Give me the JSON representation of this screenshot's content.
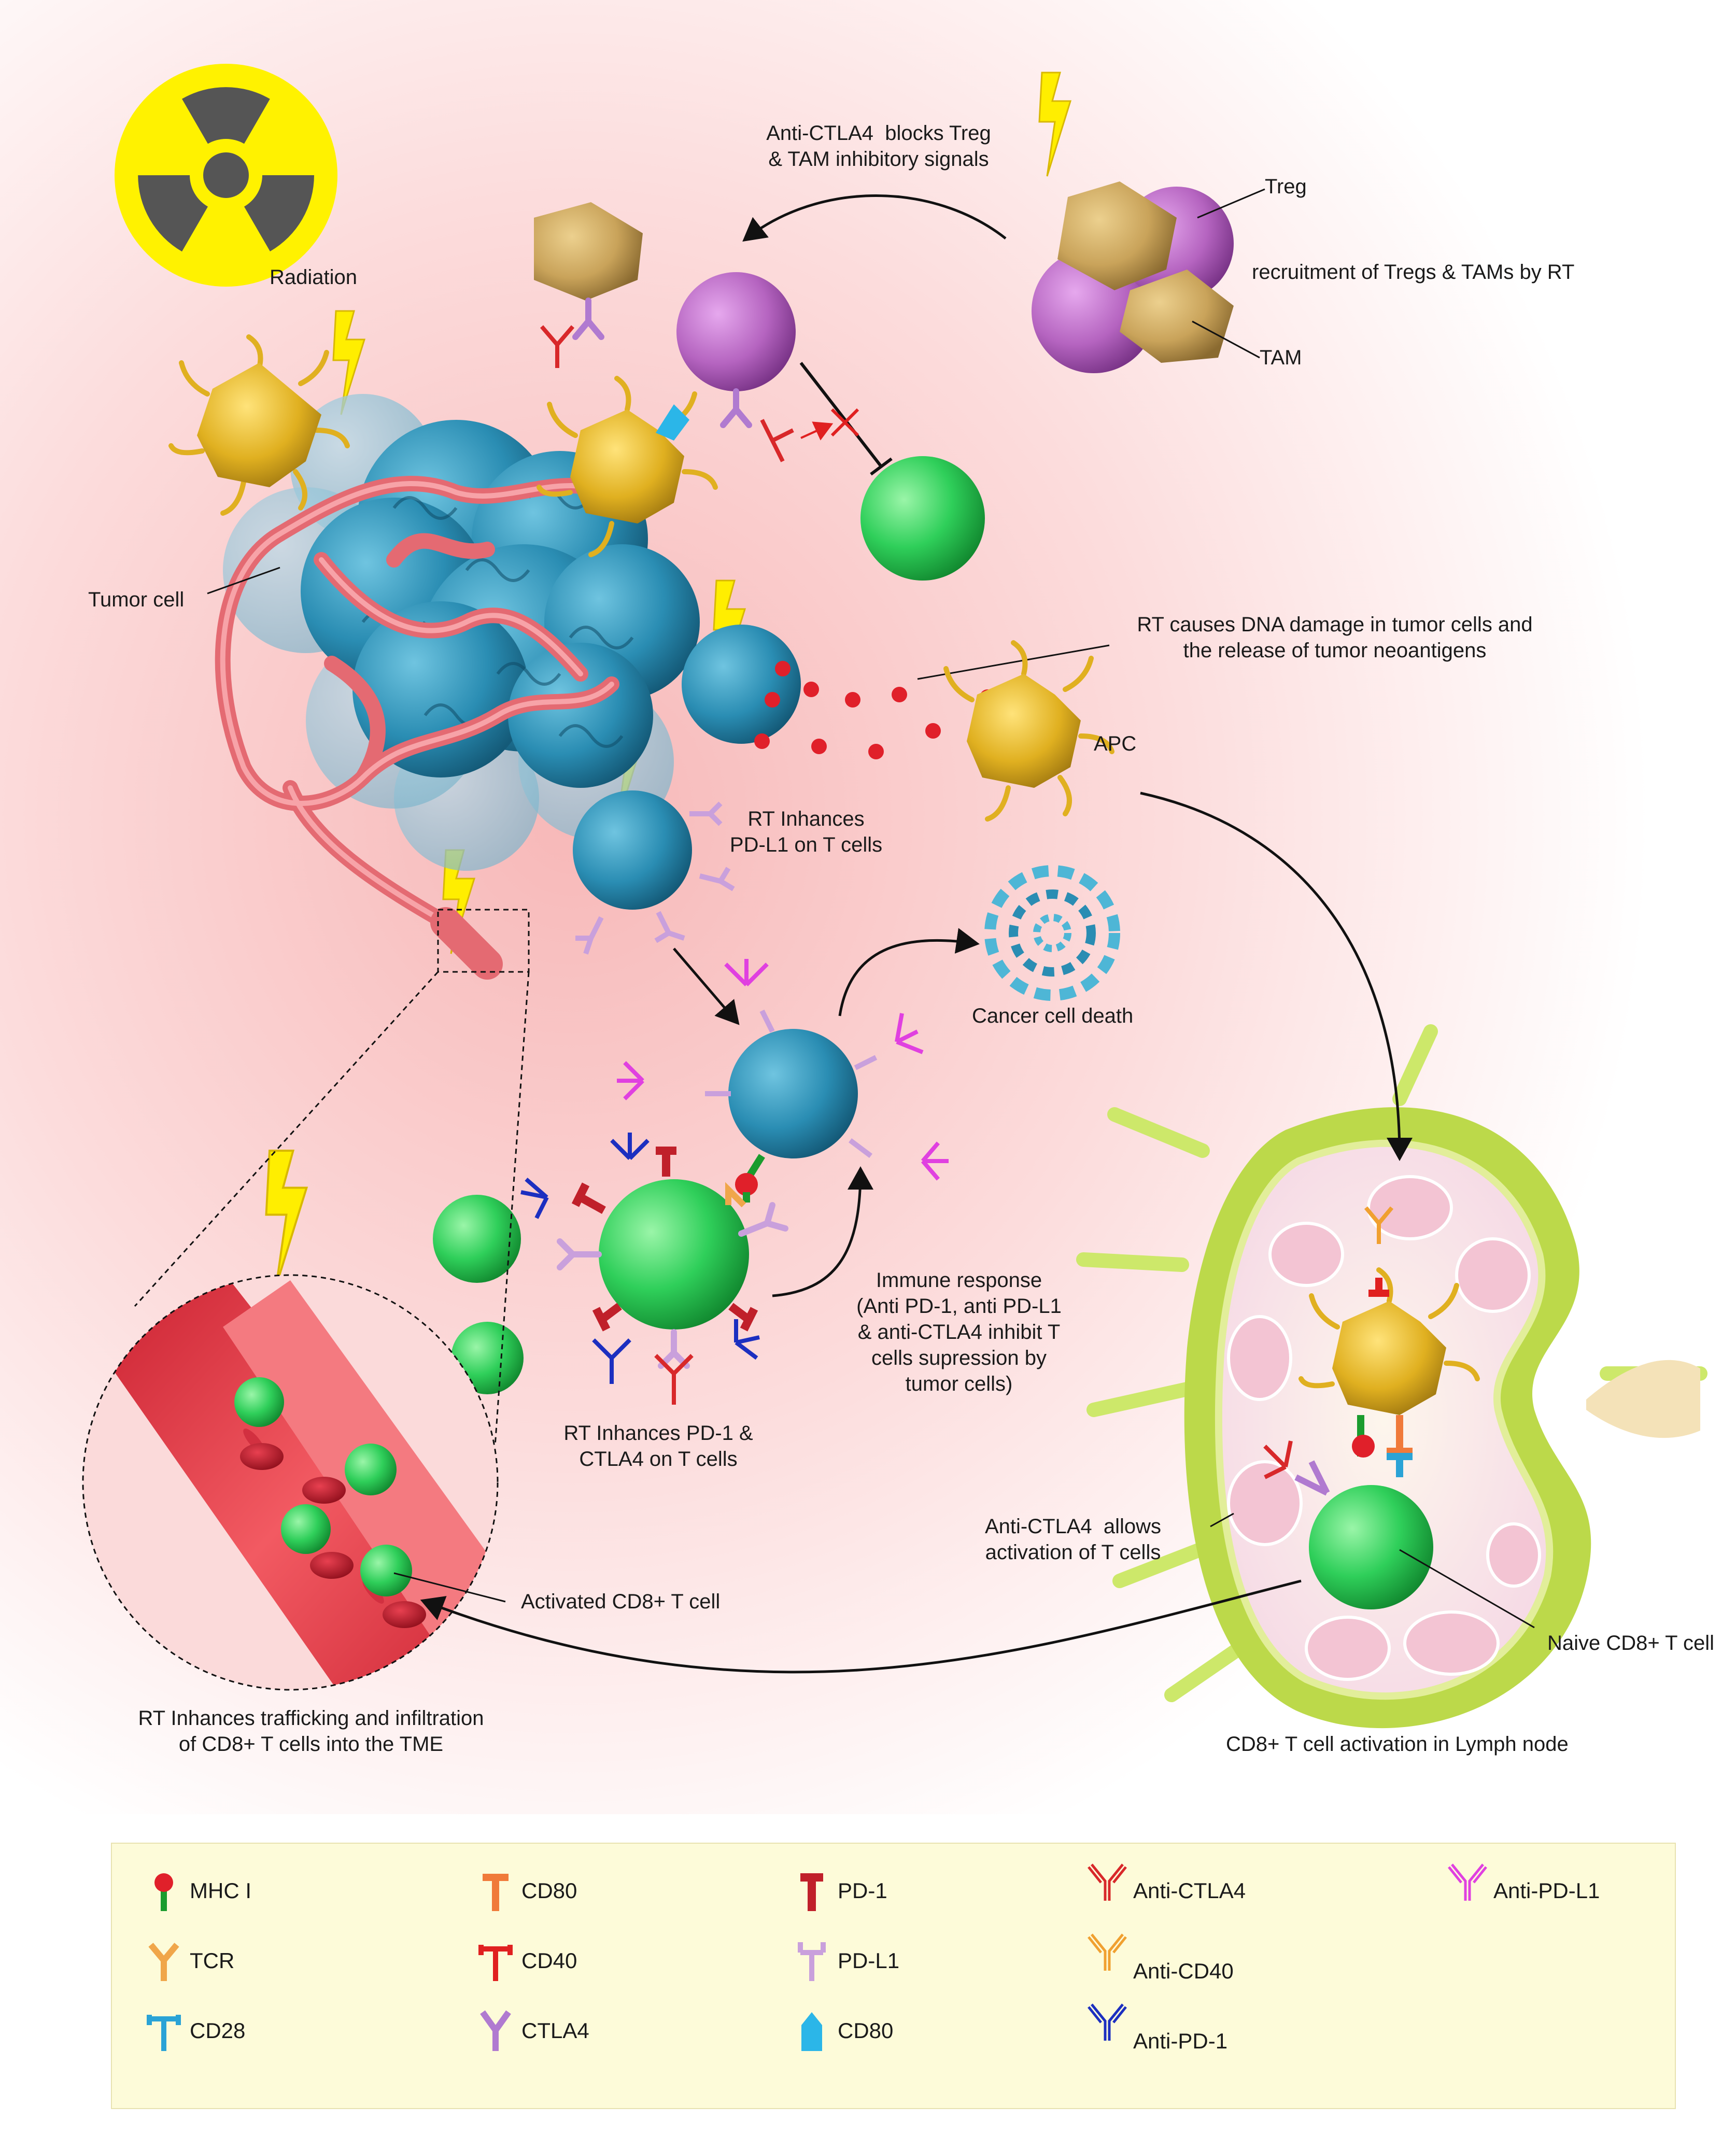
{
  "labels": {
    "radiation": "Radiation",
    "anti_ctla4_blocks": "Anti-CTLA4  blocks Treg\n& TAM inhibitory signals",
    "treg": "Treg",
    "recruitment": "recruitment of Tregs & TAMs by RT",
    "tam": "TAM",
    "tumor_cell": "Tumor cell",
    "dna_damage": "RT causes DNA damage in tumor cells and\nthe release of tumor neoantigens",
    "apc": "APC",
    "pdl1_enhance": "RT Inhances\nPD-L1 on T cells",
    "cancer_death": "Cancer cell death",
    "immune_response": "Immune response\n(Anti PD-1, anti PD-L1\n& anti-CTLA4 inhibit T\ncells supression by\ntumor cells)",
    "pd1_enhance": "RT Inhances PD-1 &\nCTLA4 on T cells",
    "anti_ctla4_allows": "Anti-CTLA4  allows\nactivation of T cells",
    "naive_cd8": "Naive CD8+ T cell",
    "activated_cd8": "Activated CD8+ T cell",
    "trafficking": "RT Inhances trafficking and infiltration\nof CD8+ T cells into the TME",
    "lymph_node": "CD8+ T cell activation in Lymph node"
  },
  "legend": [
    {
      "label": "MHC I",
      "icon": "mhc1-icon",
      "color": "#1a9c2e"
    },
    {
      "label": "TCR",
      "icon": "tcr-icon",
      "color": "#f0a64a"
    },
    {
      "label": "CD28",
      "icon": "cd28-icon",
      "color": "#2aa3d6"
    },
    {
      "label": "CD80",
      "icon": "cd80-receptor-icon",
      "color": "#f07a3a"
    },
    {
      "label": "CD40",
      "icon": "cd40-icon",
      "color": "#e02020"
    },
    {
      "label": "CTLA4",
      "icon": "ctla4-icon",
      "color": "#b07ad0"
    },
    {
      "label": "PD-1",
      "icon": "pd1-icon",
      "color": "#c0202a"
    },
    {
      "label": "PD-L1",
      "icon": "pdl1-icon",
      "color": "#c9a0dc"
    },
    {
      "label": "CD80",
      "icon": "cd80-drug-icon",
      "color": "#2bb6e8"
    },
    {
      "label": "Anti-CTLA4",
      "icon": "anti-ctla4-icon",
      "color": "#d8282a"
    },
    {
      "label": "Anti-CD40",
      "icon": "anti-cd40-icon",
      "color": "#f0a030"
    },
    {
      "label": "Anti-PD-1",
      "icon": "anti-pd1-icon",
      "color": "#1c2fc0"
    },
    {
      "label": "Anti-PD-L1",
      "icon": "anti-pdl1-icon",
      "color": "#e040e0"
    }
  ],
  "colors": {
    "tumor": "#2b8fb3",
    "tcell": "#2fcf5a",
    "apc": "#e0b020",
    "treg": "#b564c0",
    "tam": "#c9a35a",
    "vessel": "#f08080",
    "lightning": "#ffee00",
    "antigen": "#e0202a"
  }
}
